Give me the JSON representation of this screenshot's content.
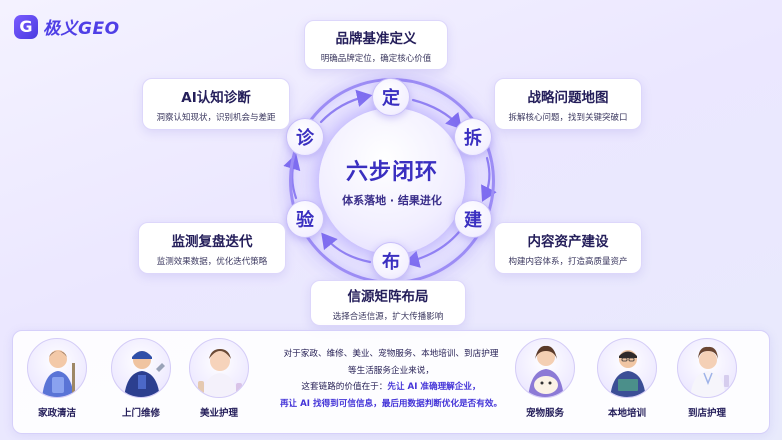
{
  "brand": {
    "mark": "G",
    "name": "极义GEO"
  },
  "center": {
    "title": "六步闭环",
    "subtitle": "体系落地 · 结果进化"
  },
  "nodes": {
    "ding": "定",
    "chai": "拆",
    "jian": "建",
    "bu": "布",
    "yan": "验",
    "zhen": "诊"
  },
  "steps": [
    {
      "title": "品牌基准定义",
      "desc": "明确品牌定位，确定核心价值"
    },
    {
      "title": "战略问题地图",
      "desc": "拆解核心问题，找到关键突破口"
    },
    {
      "title": "内容资产建设",
      "desc": "构建内容体系，打造高质量资产"
    },
    {
      "title": "信源矩阵布局",
      "desc": "选择合适信源，扩大传播影响"
    },
    {
      "title": "监测复盘迭代",
      "desc": "监测效果数据，优化迭代策略"
    },
    {
      "title": "AI认知诊断",
      "desc": "洞察认知现状，识别机会与差距"
    }
  ],
  "services_left": [
    {
      "label": "家政清洁",
      "icon": "cleaner-person-icon"
    },
    {
      "label": "上门维修",
      "icon": "repair-person-icon"
    },
    {
      "label": "美业护理",
      "icon": "beauty-person-icon"
    }
  ],
  "services_right": [
    {
      "label": "宠物服务",
      "icon": "pet-person-icon"
    },
    {
      "label": "本地培训",
      "icon": "trainer-person-icon"
    },
    {
      "label": "到店护理",
      "icon": "nurse-person-icon"
    }
  ],
  "description": {
    "line1": "对于家政、维修、美业、宠物服务、本地培训、到店护理",
    "line2": "等生活服务企业来说，",
    "line3_prefix": "这套链路的价值在于：",
    "line3_highlight": "先让 AI 准确理解企业，",
    "line4_highlight": "再让 AI 找得到可信信息，最后用数据判断优化是否有效。"
  },
  "colors": {
    "accent": "#4f3fe6",
    "ring": "#9d8df5",
    "text": "#241e5a"
  }
}
